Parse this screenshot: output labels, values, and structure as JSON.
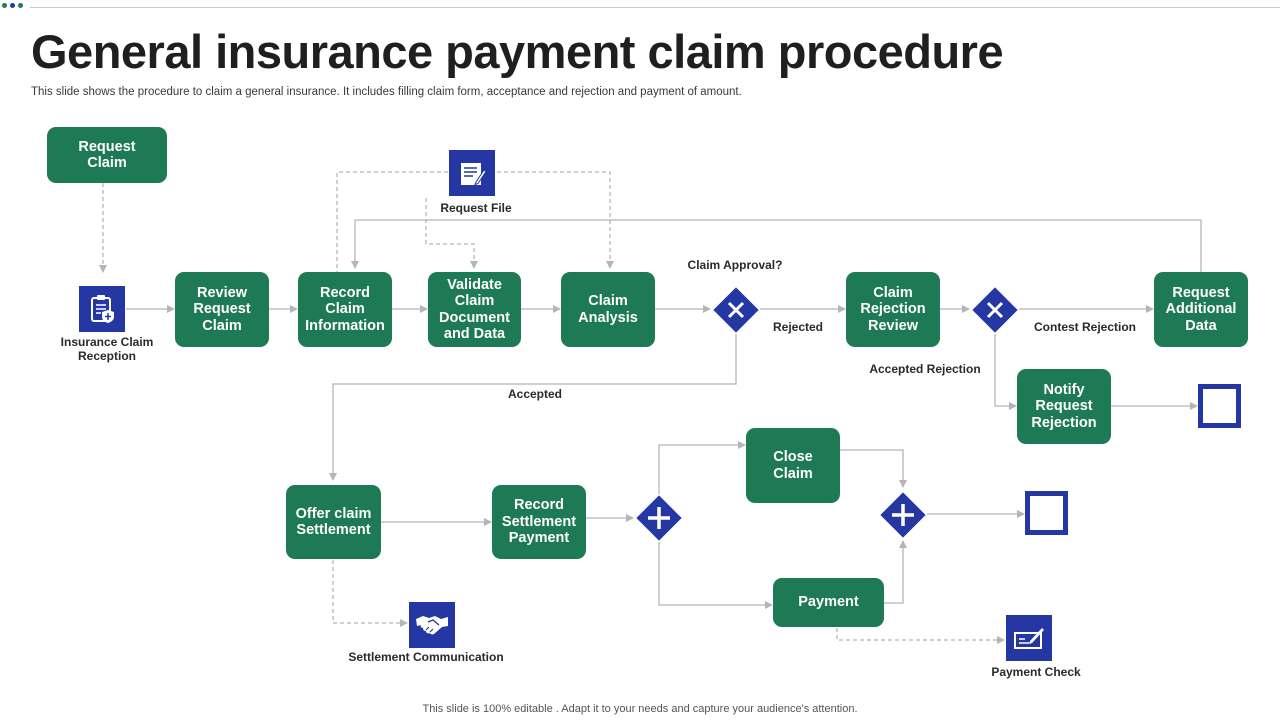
{
  "slide": {
    "title": "General insurance payment claim procedure",
    "subtitle": "This slide shows the procedure to claim a general insurance. It includes filling claim form, acceptance and rejection and payment of amount.",
    "footer": "This slide is 100% editable . Adapt it to your needs and capture your audience's attention."
  },
  "colors": {
    "box": "#1e7a55",
    "icon": "#2437a3",
    "connector": "#b5b5b5"
  },
  "nodes": {
    "request_claim": "Request\nClaim",
    "review_request_claim": "Review\nRequest\nClaim",
    "record_claim_information": "Record\nClaim\nInformation",
    "validate_claim": "Validate\nClaim\nDocument\nand Data",
    "claim_analysis": "Claim\nAnalysis",
    "claim_rejection_review": "Claim\nRejection\nReview",
    "request_additional_data": "Request\nAdditional\nData",
    "notify_request_rejection": "Notify\nRequest\nRejection",
    "offer_claim_settlement": "Offer claim\nSettlement",
    "record_settlement_payment": "Record\nSettlement\nPayment",
    "close_claim": "Close\nClaim",
    "payment": "Payment"
  },
  "labels": {
    "insurance_claim_reception": "Insurance Claim\nReception",
    "request_file": "Request File",
    "claim_approval": "Claim Approval?",
    "rejected": "Rejected",
    "accepted": "Accepted",
    "contest_rejection": "Contest Rejection",
    "accepted_rejection": "Accepted Rejection",
    "settlement_communication": "Settlement Communication",
    "payment_check": "Payment Check"
  },
  "icons": {
    "insurance_claim_reception": "clipboard-shield-icon",
    "request_file": "document-pen-icon",
    "settlement_communication": "handshake-icon",
    "payment_check": "check-pen-icon",
    "gateway_exclusive": "x-gateway-icon",
    "gateway_parallel": "plus-gateway-icon",
    "end_event": "end-square-icon"
  }
}
